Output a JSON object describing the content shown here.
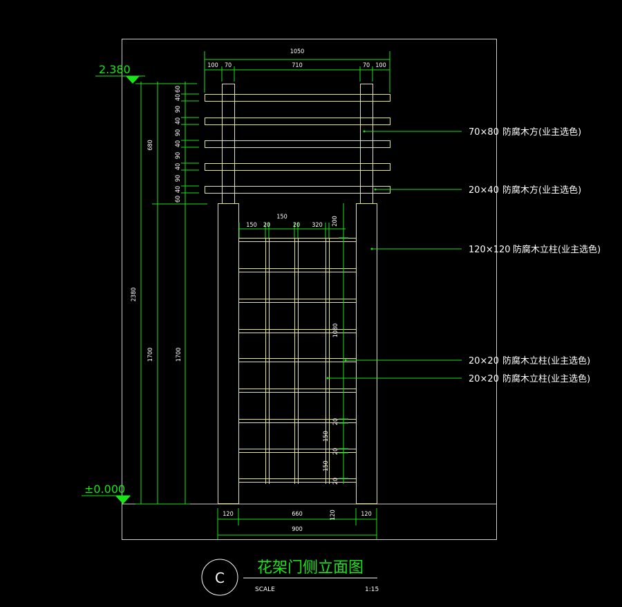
{
  "title": {
    "text": "花架门侧立面图",
    "marker": "C",
    "scale_label": "SCALE",
    "scale": "1:15"
  },
  "elevations": {
    "top": "2.380",
    "ground": "±0.000"
  },
  "dimensions": {
    "top_total": "1050",
    "top_parts": [
      "100",
      "70",
      "710",
      "70",
      "100"
    ],
    "rail_stack": [
      "60",
      "40",
      "90",
      "40",
      "90",
      "40",
      "90",
      "40",
      "90",
      "40",
      "60"
    ],
    "height_680": "680",
    "height_2380": "2380",
    "height_1700_left": "1700",
    "height_1700_right": "1700",
    "lattice_top": [
      "150",
      "20",
      "150",
      "20",
      "320"
    ],
    "lattice_top_offset": "200",
    "lattice_right": [
      "1080",
      "20",
      "150",
      "20",
      "150",
      "20"
    ],
    "bottom_parts": [
      "120",
      "660",
      "120",
      "120"
    ],
    "bottom_total": "900"
  },
  "annotations": [
    {
      "size": "70×80",
      "text": "防腐木方(业主选色)"
    },
    {
      "size": "20×40",
      "text": "防腐木方(业主选色)"
    },
    {
      "size": "120×120",
      "text": "防腐木立柱(业主选色)"
    },
    {
      "size": "20×20",
      "text": "防腐木立柱(业主选色)"
    },
    {
      "size": "20×20",
      "text": "防腐木立柱(业主选色)"
    }
  ],
  "colors": {
    "timber": "#e6e68c",
    "dimension": "#19e619",
    "text": "#ffffff",
    "frame": "#cfcfcf",
    "background": "#000000"
  }
}
